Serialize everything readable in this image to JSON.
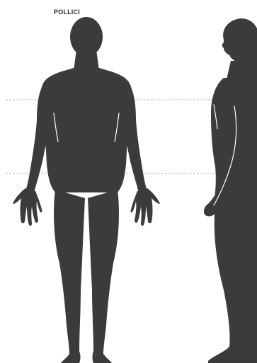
{
  "diagram": {
    "label": "POLLICI",
    "colors": {
      "silhouette": "#3b3b3b",
      "guide_line": "#bdbdbd",
      "background": "#ffffff"
    },
    "figures": [
      "front-view",
      "side-view"
    ]
  }
}
